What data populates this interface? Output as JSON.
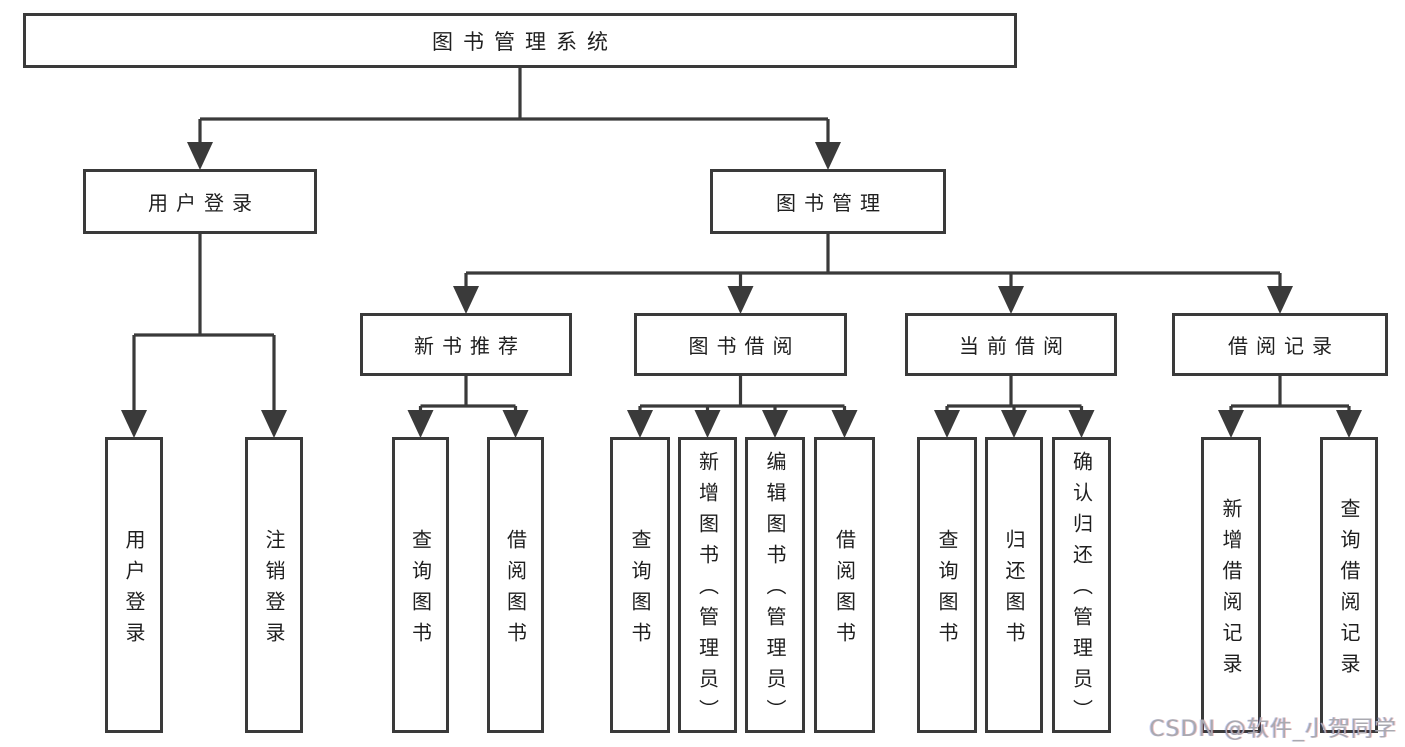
{
  "style": {
    "line_color": "#3a3a3a",
    "text_color": "#1f1f1f",
    "background": "#ffffff",
    "watermark_color": "#a9a9b0"
  },
  "watermark": "CSDN @软件_小贺同学",
  "nodes": [
    {
      "id": "root",
      "label": "图书管理系统",
      "children": [
        "user-login",
        "book-management"
      ]
    },
    {
      "id": "user-login",
      "label": "用户登录",
      "children": [
        "login",
        "logout"
      ]
    },
    {
      "id": "book-management",
      "label": "图书管理",
      "children": [
        "new-book-recommendation",
        "book-borrowing",
        "current-borrowing",
        "borrowing-records"
      ]
    },
    {
      "id": "new-book-recommendation",
      "label": "新书推荐",
      "children": [
        "nr-query-books",
        "nr-borrow-books"
      ]
    },
    {
      "id": "book-borrowing",
      "label": "图书借阅",
      "children": [
        "bb-query-books",
        "bb-add-books-admin",
        "bb-edit-books-admin",
        "bb-borrow-books"
      ]
    },
    {
      "id": "current-borrowing",
      "label": "当前借阅",
      "children": [
        "cb-query-books",
        "cb-return-books",
        "cb-confirm-return-admin"
      ]
    },
    {
      "id": "borrowing-records",
      "label": "借阅记录",
      "children": [
        "br-add-record",
        "br-query-record"
      ]
    },
    {
      "id": "login",
      "label": "用户登录"
    },
    {
      "id": "logout",
      "label": "注销登录"
    },
    {
      "id": "nr-query-books",
      "label": "查询图书"
    },
    {
      "id": "nr-borrow-books",
      "label": "借阅图书"
    },
    {
      "id": "bb-query-books",
      "label": "查询图书"
    },
    {
      "id": "bb-add-books-admin",
      "label": "新增图书（管理员）"
    },
    {
      "id": "bb-edit-books-admin",
      "label": "编辑图书（管理员）"
    },
    {
      "id": "bb-borrow-books",
      "label": "借阅图书"
    },
    {
      "id": "cb-query-books",
      "label": "查询图书"
    },
    {
      "id": "cb-return-books",
      "label": "归还图书"
    },
    {
      "id": "cb-confirm-return-admin",
      "label": "确认归还（管理员）"
    },
    {
      "id": "br-add-record",
      "label": "新增借阅记录"
    },
    {
      "id": "br-query-record",
      "label": "查询借阅记录"
    }
  ]
}
